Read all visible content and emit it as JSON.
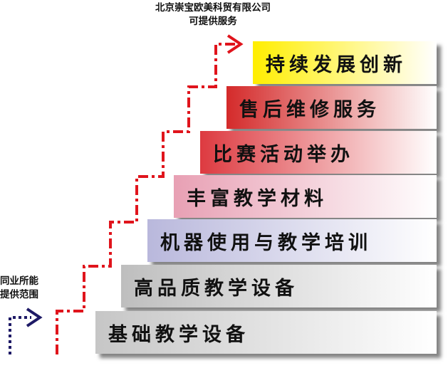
{
  "company_note": {
    "line1": "北京崇宝欧美科贸有限公司",
    "line2": "可提供服务"
  },
  "peer_note": {
    "line1": "同业所能",
    "line2": "提供范围"
  },
  "steps": [
    {
      "label": "持续发展创新",
      "color_from": "#ffee00",
      "color_to": "#ffffff"
    },
    {
      "label": "售后维修服务",
      "color_from": "#d42a2a",
      "color_to": "#ffffff"
    },
    {
      "label": "比赛活动举办",
      "color_from": "#dd3a40",
      "color_to": "#ffffff"
    },
    {
      "label": "丰富教学材料",
      "color_from": "#e8a0b4",
      "color_to": "#ffffff"
    },
    {
      "label": "机器使用与教学培训",
      "color_from": "#b9b8dc",
      "color_to": "#ffffff"
    },
    {
      "label": "高品质教学设备",
      "color_from": "#bebebe",
      "color_to": "#ffffff"
    },
    {
      "label": "基础教学设备",
      "color_from": "#c6c6c6",
      "color_to": "#ffffff"
    }
  ],
  "colors": {
    "company_path": "#e0141c",
    "peer_path": "#1e1a66"
  }
}
